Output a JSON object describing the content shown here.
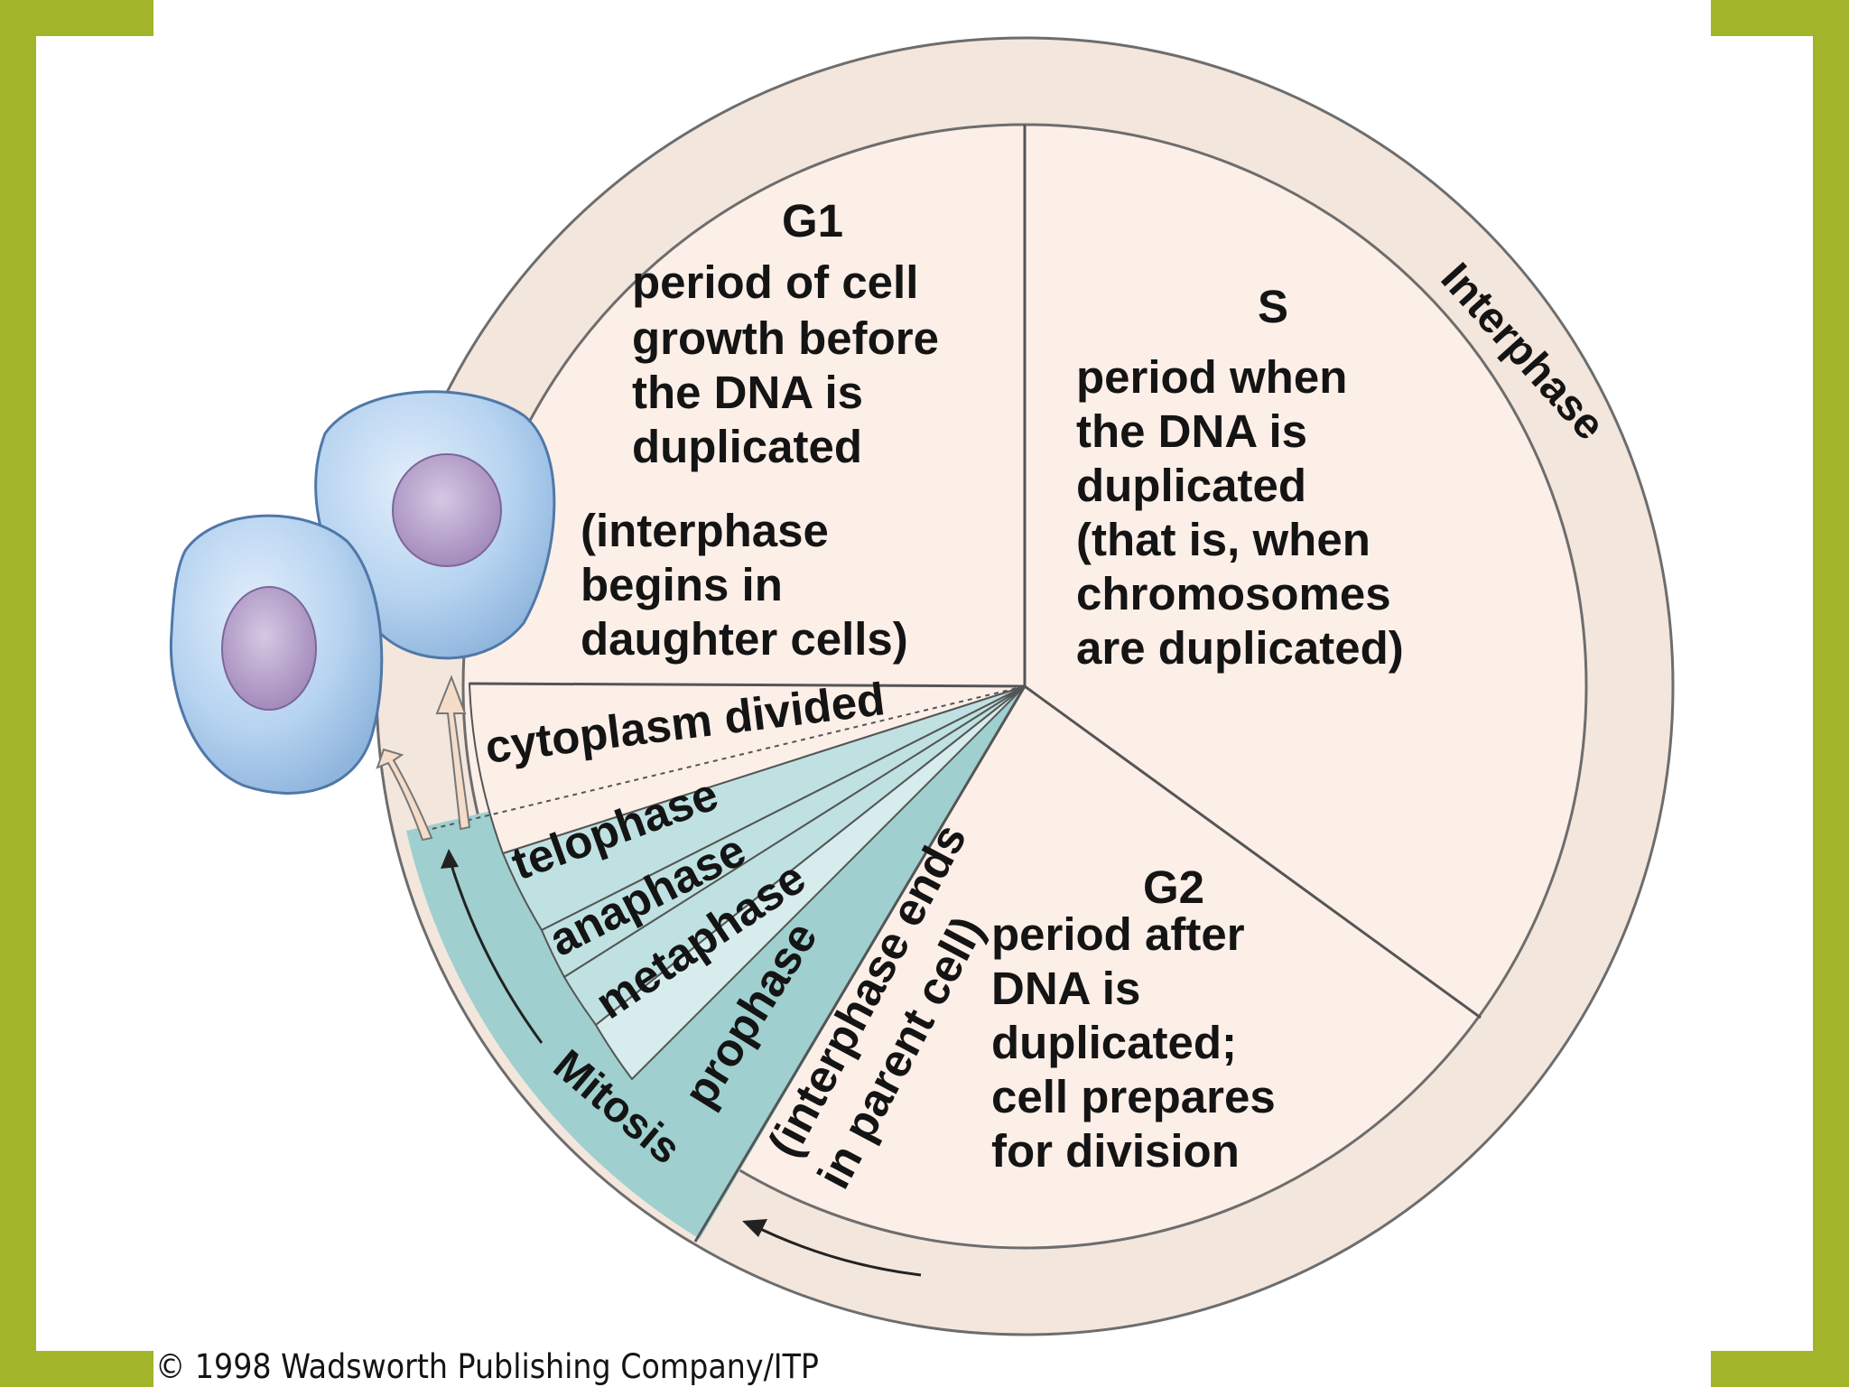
{
  "colors": {
    "frame": "#a2b52a",
    "panel": "#ffffff",
    "interphase_ring": "#f3e6dc",
    "sector_fill": "#fcefe8",
    "mitosis_band": "#9fcfcf",
    "mitosis_light": "#c3e4e4",
    "prophase_light": "#d9eeee",
    "cell_body": "#b3d1ef",
    "nucleus": "#b9a3cc"
  },
  "labels": {
    "g1_title": "G1",
    "g1_lines": [
      "period of cell",
      "growth before",
      "the DNA is",
      "duplicated"
    ],
    "g1_note": [
      "(interphase",
      "begins in",
      "daughter cells)"
    ],
    "s_title": "S",
    "s_lines": [
      "period when",
      "the DNA is",
      "duplicated",
      "(that is, when",
      "chromosomes",
      "are duplicated)"
    ],
    "g2_title": "G2",
    "g2_lines": [
      "period after",
      "DNA is",
      "duplicated;",
      "cell prepares",
      "for division"
    ],
    "interphase_ring": "Interphase",
    "cytoplasm": "cytoplasm divided",
    "telophase": "telophase",
    "anaphase": "anaphase",
    "metaphase": "metaphase",
    "prophase": "prophase",
    "interphase_ends": [
      "(interphase ends",
      "in parent cell)"
    ],
    "mitosis": "Mitosis"
  },
  "credit": "© 1998 Wadsworth Publishing Company/ITP"
}
